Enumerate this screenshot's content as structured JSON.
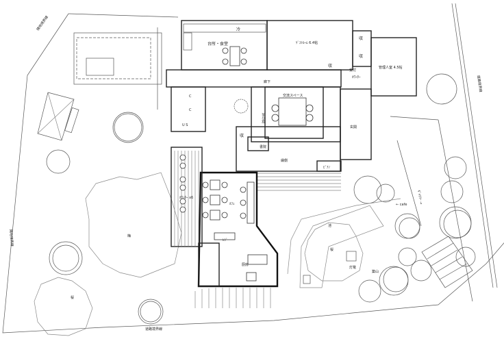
{
  "rooms": {
    "kitchen_dining": "台所・食堂",
    "fridge": "冷",
    "guest_room": "ｹﾞｽﾄﾙｰﾑ 6.4帖",
    "storage": "収",
    "manager_room": "管理人室 4.5帖",
    "reception": "受付",
    "counter": "ｶｳﾝﾀｰ",
    "corridor": "廊下",
    "exchange_space": "交流スペース",
    "tokonoma": "床の間",
    "shoin": "書院",
    "engawa": "縁側",
    "piano": "ﾋﾟｱﾉ",
    "entrance": "玄関",
    "toilet": "C",
    "us": "U S",
    "cafe": "ｶﾌｪ",
    "register": "ﾚｼﾞ",
    "cafe_counter": "ｶｳﾝﾀｰ x6",
    "kitchen": "厨房"
  },
  "garden": {
    "pond": "池",
    "sakura": "桜",
    "ume": "梅",
    "lantern": "灯篭",
    "mound": "築山",
    "cafe_arrow": "← cafe",
    "gallery_arrow": "ｷﾞｬﾗﾘｰ →"
  },
  "boundaries": {
    "neighbor_left": "隣地境界線",
    "neighbor_top": "隣地境界線",
    "road_bottom": "道路境界線",
    "road_right": "道路境界線"
  }
}
